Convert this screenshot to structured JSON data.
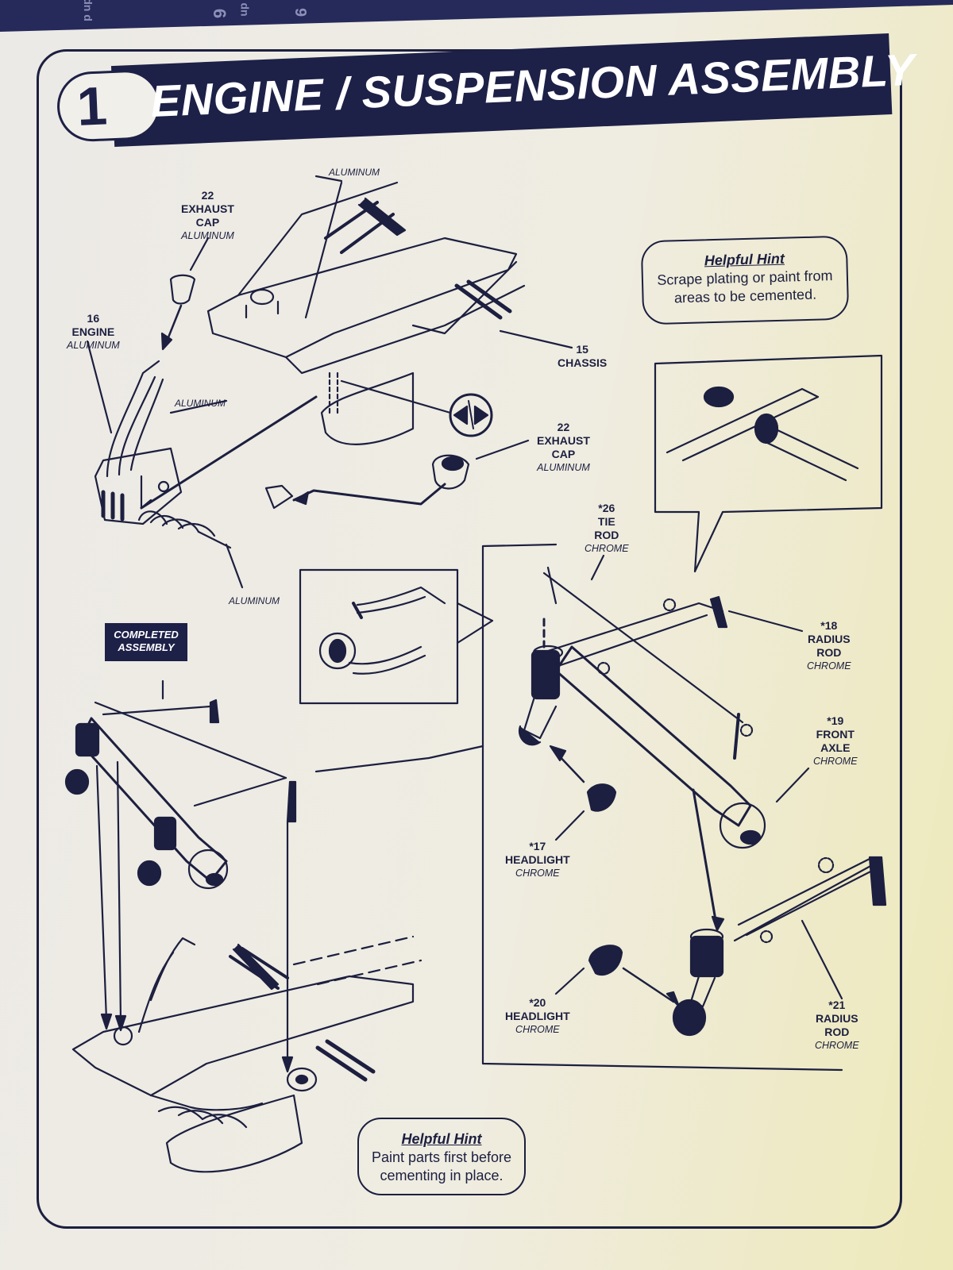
{
  "page": {
    "step_number": "1",
    "title": "ENGINE / SUSPENSION ASSEMBLY",
    "colors": {
      "ink": "#1c1f3f",
      "header_fill": "#1d2047",
      "paper": "#efece6"
    }
  },
  "parts": [
    {
      "id": "exhaust-cap-top",
      "number": "22",
      "name_lines": [
        "EXHAUST",
        "CAP"
      ],
      "finish": "ALUMINUM"
    },
    {
      "id": "engine",
      "number": "16",
      "name_lines": [
        "ENGINE"
      ],
      "finish": "ALUMINUM"
    },
    {
      "id": "chassis",
      "number": "15",
      "name_lines": [
        "CHASSIS"
      ],
      "finish": ""
    },
    {
      "id": "exhaust-cap-right",
      "number": "22",
      "name_lines": [
        "EXHAUST",
        "CAP"
      ],
      "finish": "ALUMINUM"
    },
    {
      "id": "tie-rod",
      "number": "*26",
      "name_lines": [
        "TIE",
        "ROD"
      ],
      "finish": "CHROME"
    },
    {
      "id": "radius-rod-18",
      "number": "*18",
      "name_lines": [
        "RADIUS",
        "ROD"
      ],
      "finish": "CHROME"
    },
    {
      "id": "front-axle",
      "number": "*19",
      "name_lines": [
        "FRONT",
        "AXLE"
      ],
      "finish": "CHROME"
    },
    {
      "id": "headlight-17",
      "number": "*17",
      "name_lines": [
        "HEADLIGHT"
      ],
      "finish": "CHROME"
    },
    {
      "id": "headlight-20",
      "number": "*20",
      "name_lines": [
        "HEADLIGHT"
      ],
      "finish": "CHROME"
    },
    {
      "id": "radius-rod-21",
      "number": "*21",
      "name_lines": [
        "RADIUS",
        "ROD"
      ],
      "finish": "CHROME"
    }
  ],
  "finish_callouts": {
    "top": "ALUMINUM",
    "engine_mid": "ALUMINUM",
    "headers": "ALUMINUM"
  },
  "completed_assembly_label": [
    "COMPLETED",
    "ASSEMBLY"
  ],
  "hints": [
    {
      "id": "hint-scrape",
      "title": "Helpful Hint",
      "lines": [
        "Scrape plating or paint from",
        "areas to be cemented."
      ]
    },
    {
      "id": "hint-paint",
      "title": "Helpful Hint",
      "lines": [
        "Paint parts first before",
        "cementing in place."
      ]
    }
  ],
  "bleed_text": [
    "dn d",
    "6",
    "dn",
    "9"
  ]
}
